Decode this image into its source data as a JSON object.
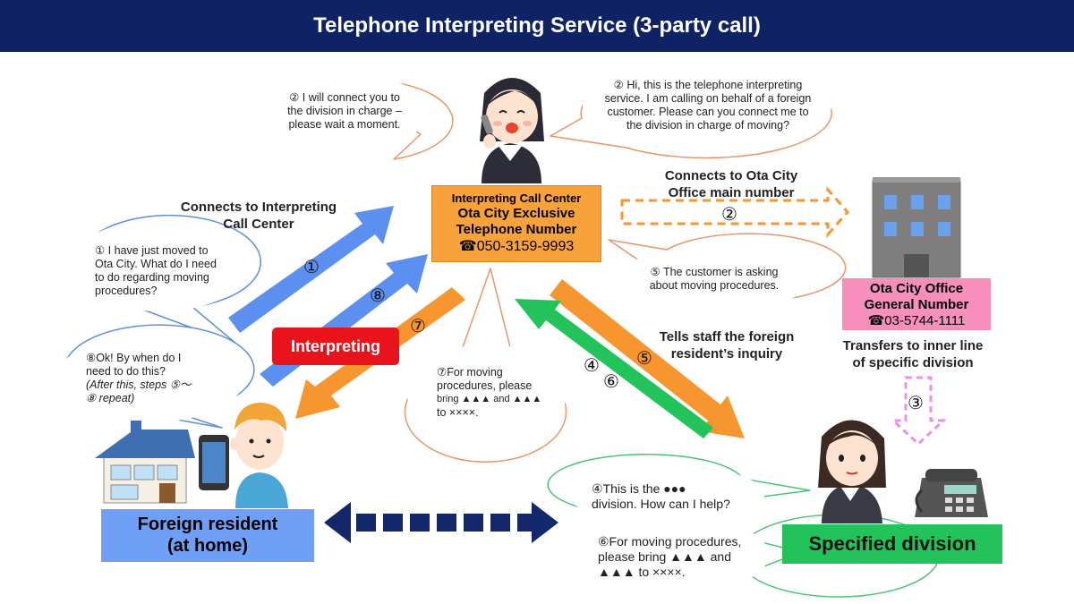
{
  "title": "Telephone Interpreting Service (3-party call)",
  "colors": {
    "title_bar": "#0f2364",
    "call_center_box": "#f7a23a",
    "ota_office_box": "#f78fbd",
    "foreign_resident_box": "#6fa0f5",
    "division_box": "#22c35a",
    "interpreting_badge": "#e8131b",
    "arrow_blue": "#5b8ff0",
    "arrow_orange": "#f7962f",
    "arrow_green": "#22c35a",
    "arrow_pink_dashed": "#ee8ee8",
    "bubble_border": "#e8956a",
    "bubble_border_green": "#4cc474",
    "bubble_border_blue": "#5f8fd8",
    "dashed_navy": "#12286b"
  },
  "call_center": {
    "line1": "Interpreting Call Center",
    "line2": "Ota City Exclusive",
    "line3": "Telephone Number",
    "phone": "☎050-3159-9993"
  },
  "ota_office": {
    "line1": "Ota City Office",
    "line2": "General Number",
    "phone": "☎03-5744-1111"
  },
  "foreign_resident": {
    "line1": "Foreign resident",
    "line2": "(at home)"
  },
  "division": {
    "label": "Specified division"
  },
  "interpreting_badge": "Interpreting",
  "labels": {
    "connects_call_center_1": "Connects to Interpreting",
    "connects_call_center_2": "Call Center",
    "connects_office_1": "Connects to Ota City",
    "connects_office_2": "Office main number",
    "tells_staff_1": "Tells staff the foreign",
    "tells_staff_2": "resident’s inquiry",
    "transfers_1": "Transfers to inner line",
    "transfers_2": "of specific division"
  },
  "steps": {
    "s1": "①",
    "s2": "②",
    "s3": "③",
    "s4": "④",
    "s5": "⑤",
    "s6": "⑥",
    "s7": "⑦",
    "s8": "⑧"
  },
  "bubbles": {
    "b2_left": [
      "② I will connect you to",
      "the division in charge –",
      "please wait a moment."
    ],
    "b2_right": [
      "② Hi, this is the telephone interpreting",
      "service. I am calling on behalf of a foreign",
      "customer. Please can you connect me to",
      "the division in charge of moving?"
    ],
    "b1": [
      "① I have just moved to",
      "Ota City. What do I need",
      "to do regarding moving",
      "procedures?"
    ],
    "b5": [
      "⑤ The customer is asking",
      "about moving procedures."
    ],
    "b8": [
      "⑧Ok! By when do I",
      "need to do this?"
    ],
    "b8_note": [
      "(After this, steps ⑤～",
      "⑧ repeat)"
    ],
    "b7": [
      "⑦For moving",
      "procedures, please",
      "bring ▲▲▲ and ▲▲▲",
      "to ××××."
    ],
    "b4": [
      "④This is the ●●●",
      "division. How can I help?"
    ],
    "b6": [
      "⑥For moving procedures,",
      "please bring ▲▲▲ and",
      "▲▲▲ to ××××."
    ]
  }
}
